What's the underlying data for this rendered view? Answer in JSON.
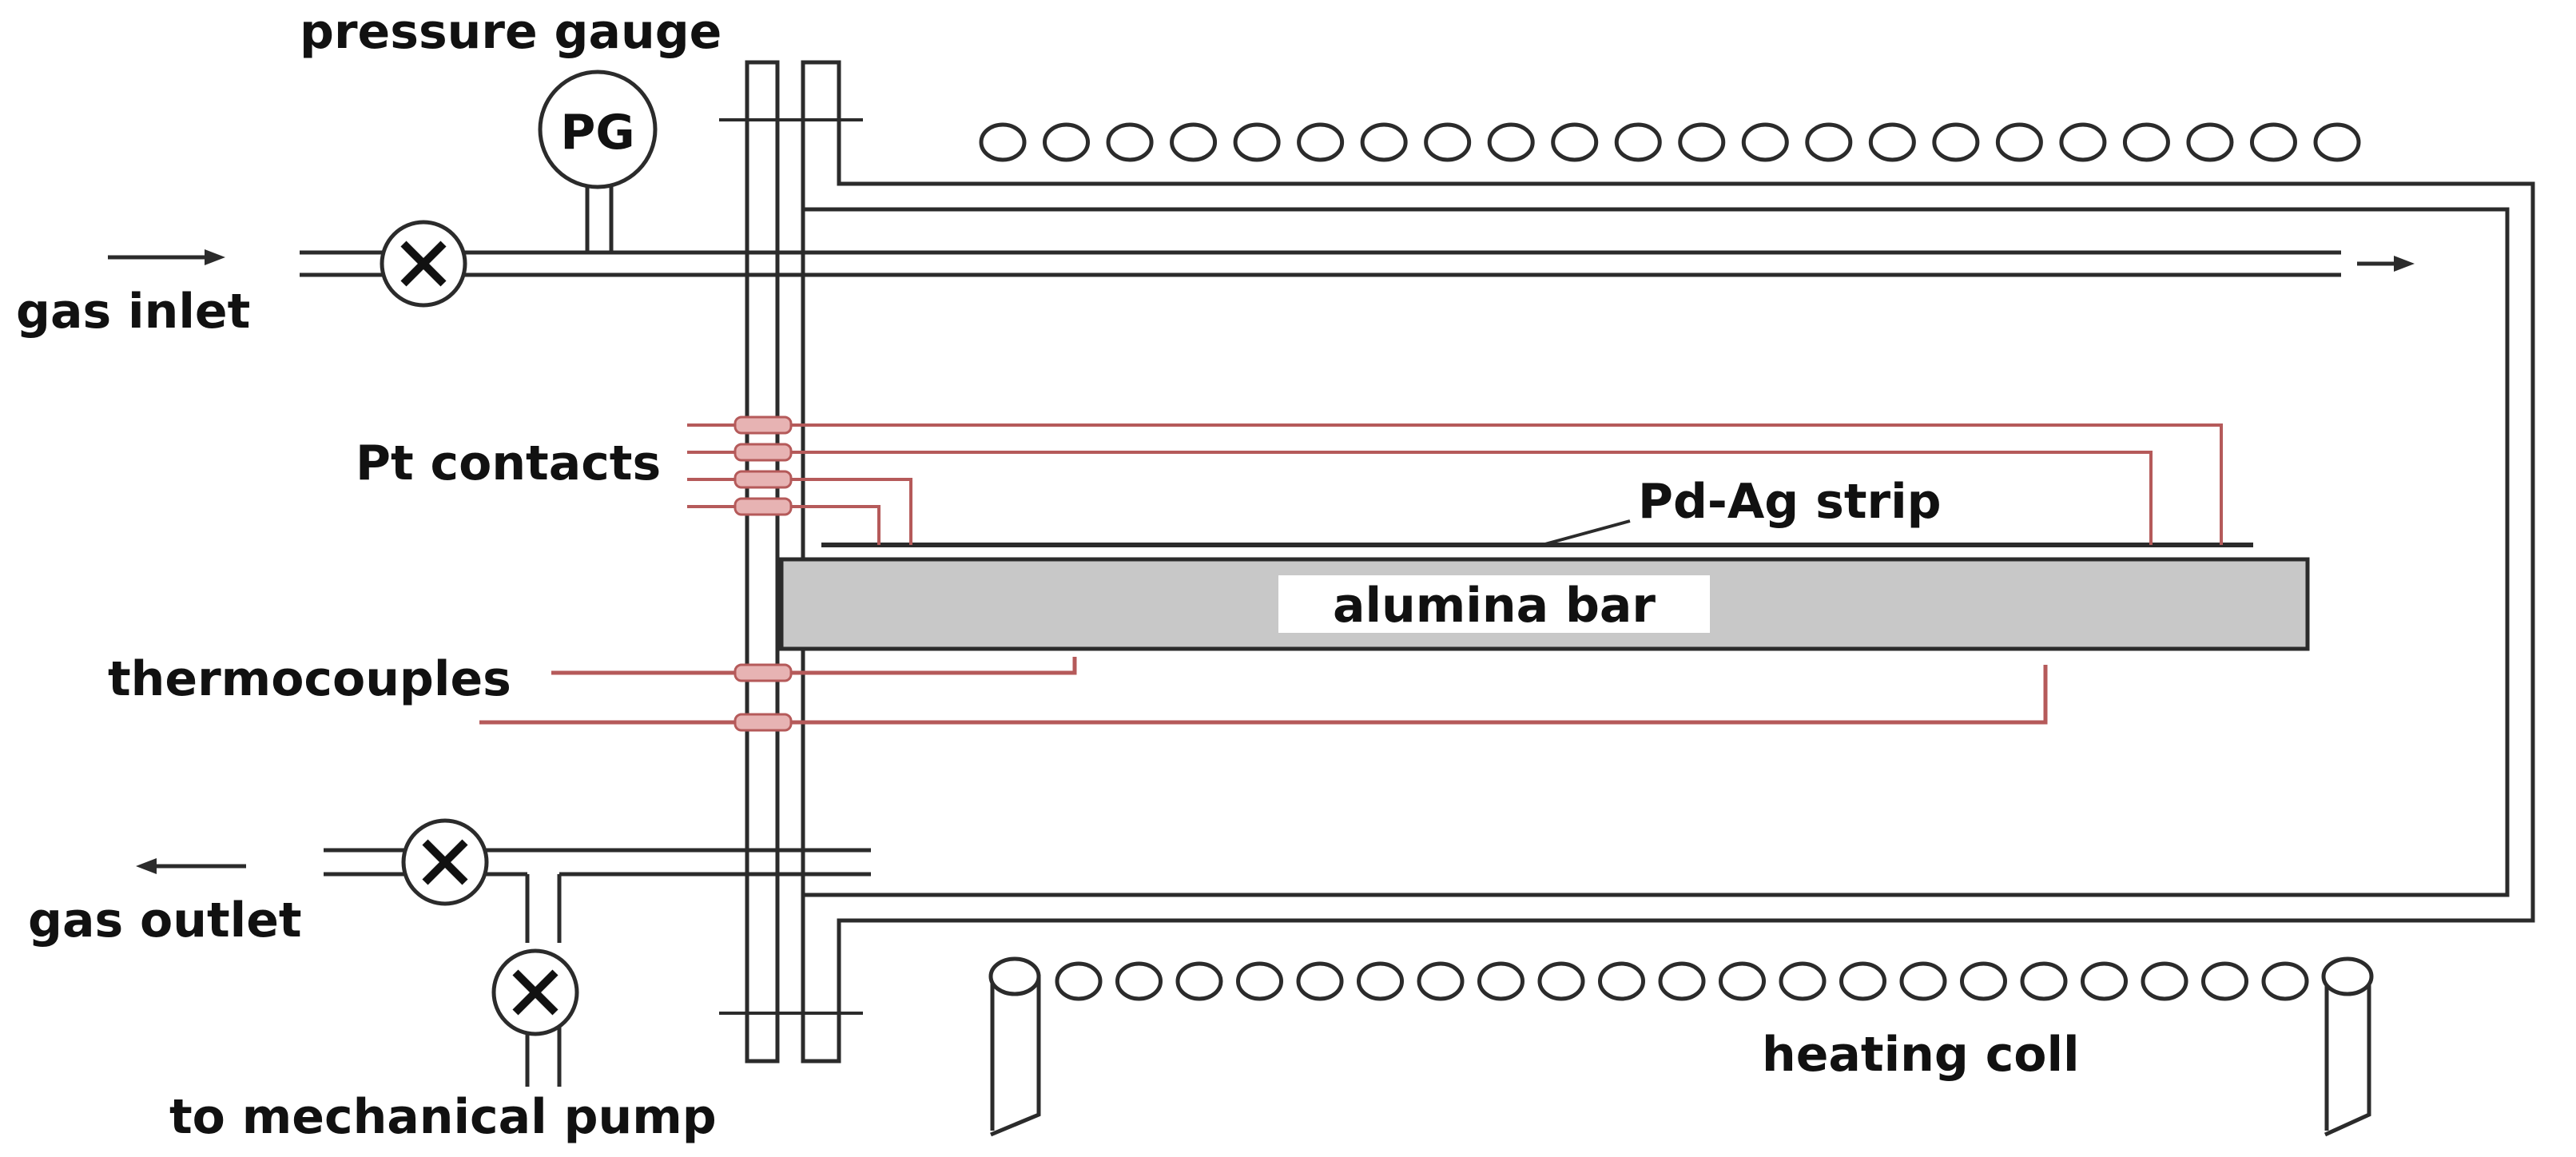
{
  "labels": {
    "pressure_gauge": "pressure gauge",
    "pg": "PG",
    "gas_inlet": "gas inlet",
    "pt_contacts": "Pt contacts",
    "pd_ag_strip": "Pd-Ag strip",
    "alumina_bar": "alumina bar",
    "thermocouples": "thermocouples",
    "gas_outlet": "gas outlet",
    "to_mechanical_pump": "to mechanical pump",
    "heating_coil": "heating coll"
  },
  "colors": {
    "line": "#2b2b2b",
    "wire": "#b55a5a",
    "alumina": "#c8c8c8",
    "background": "#ffffff"
  },
  "icons": {
    "valve": "valve-x-icon",
    "pressure_gauge": "pressure-gauge-icon",
    "flow_arrow": "arrow-icon",
    "coil_turn": "coil-turn-icon"
  }
}
